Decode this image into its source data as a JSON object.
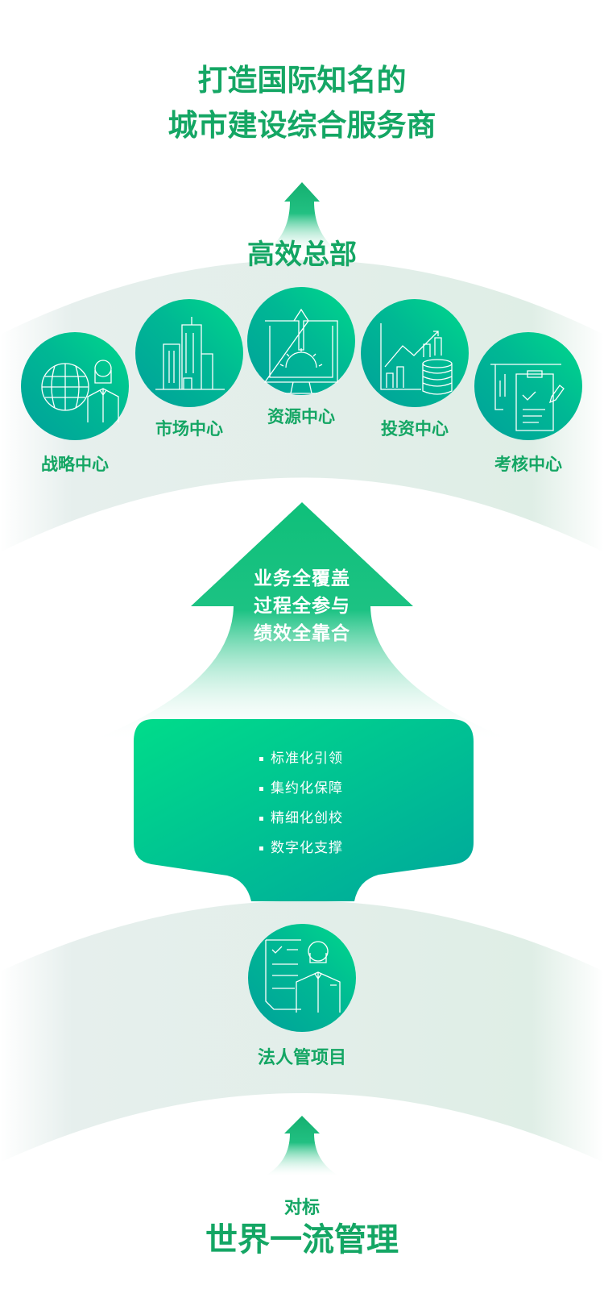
{
  "goal": {
    "line1": "打造国际知名的",
    "line2": "城市建设综合服务商"
  },
  "headquarters": {
    "title": "高效总部",
    "centers": [
      {
        "label": "战略中心",
        "icon": "globe-person-icon"
      },
      {
        "label": "市场中心",
        "icon": "buildings-icon"
      },
      {
        "label": "资源中心",
        "icon": "monitor-gear-icon"
      },
      {
        "label": "投资中心",
        "icon": "chart-coins-icon"
      },
      {
        "label": "考核中心",
        "icon": "clipboard-pen-icon"
      }
    ]
  },
  "big_arrow": {
    "lines": [
      "业务全覆盖",
      "过程全参与",
      "绩效全靠合"
    ]
  },
  "pillars": [
    "标准化引领",
    "集约化保障",
    "精细化创校",
    "数字化支撑"
  ],
  "project": {
    "label": "法人管项目",
    "icon": "document-person-icon"
  },
  "benchmark": {
    "prefix": "对标",
    "title": "世界一流管理"
  },
  "colors": {
    "accent": "#14a664",
    "gradient_light": "#00d98b",
    "gradient_dark": "#00a19a",
    "band": "#e1eee8"
  }
}
